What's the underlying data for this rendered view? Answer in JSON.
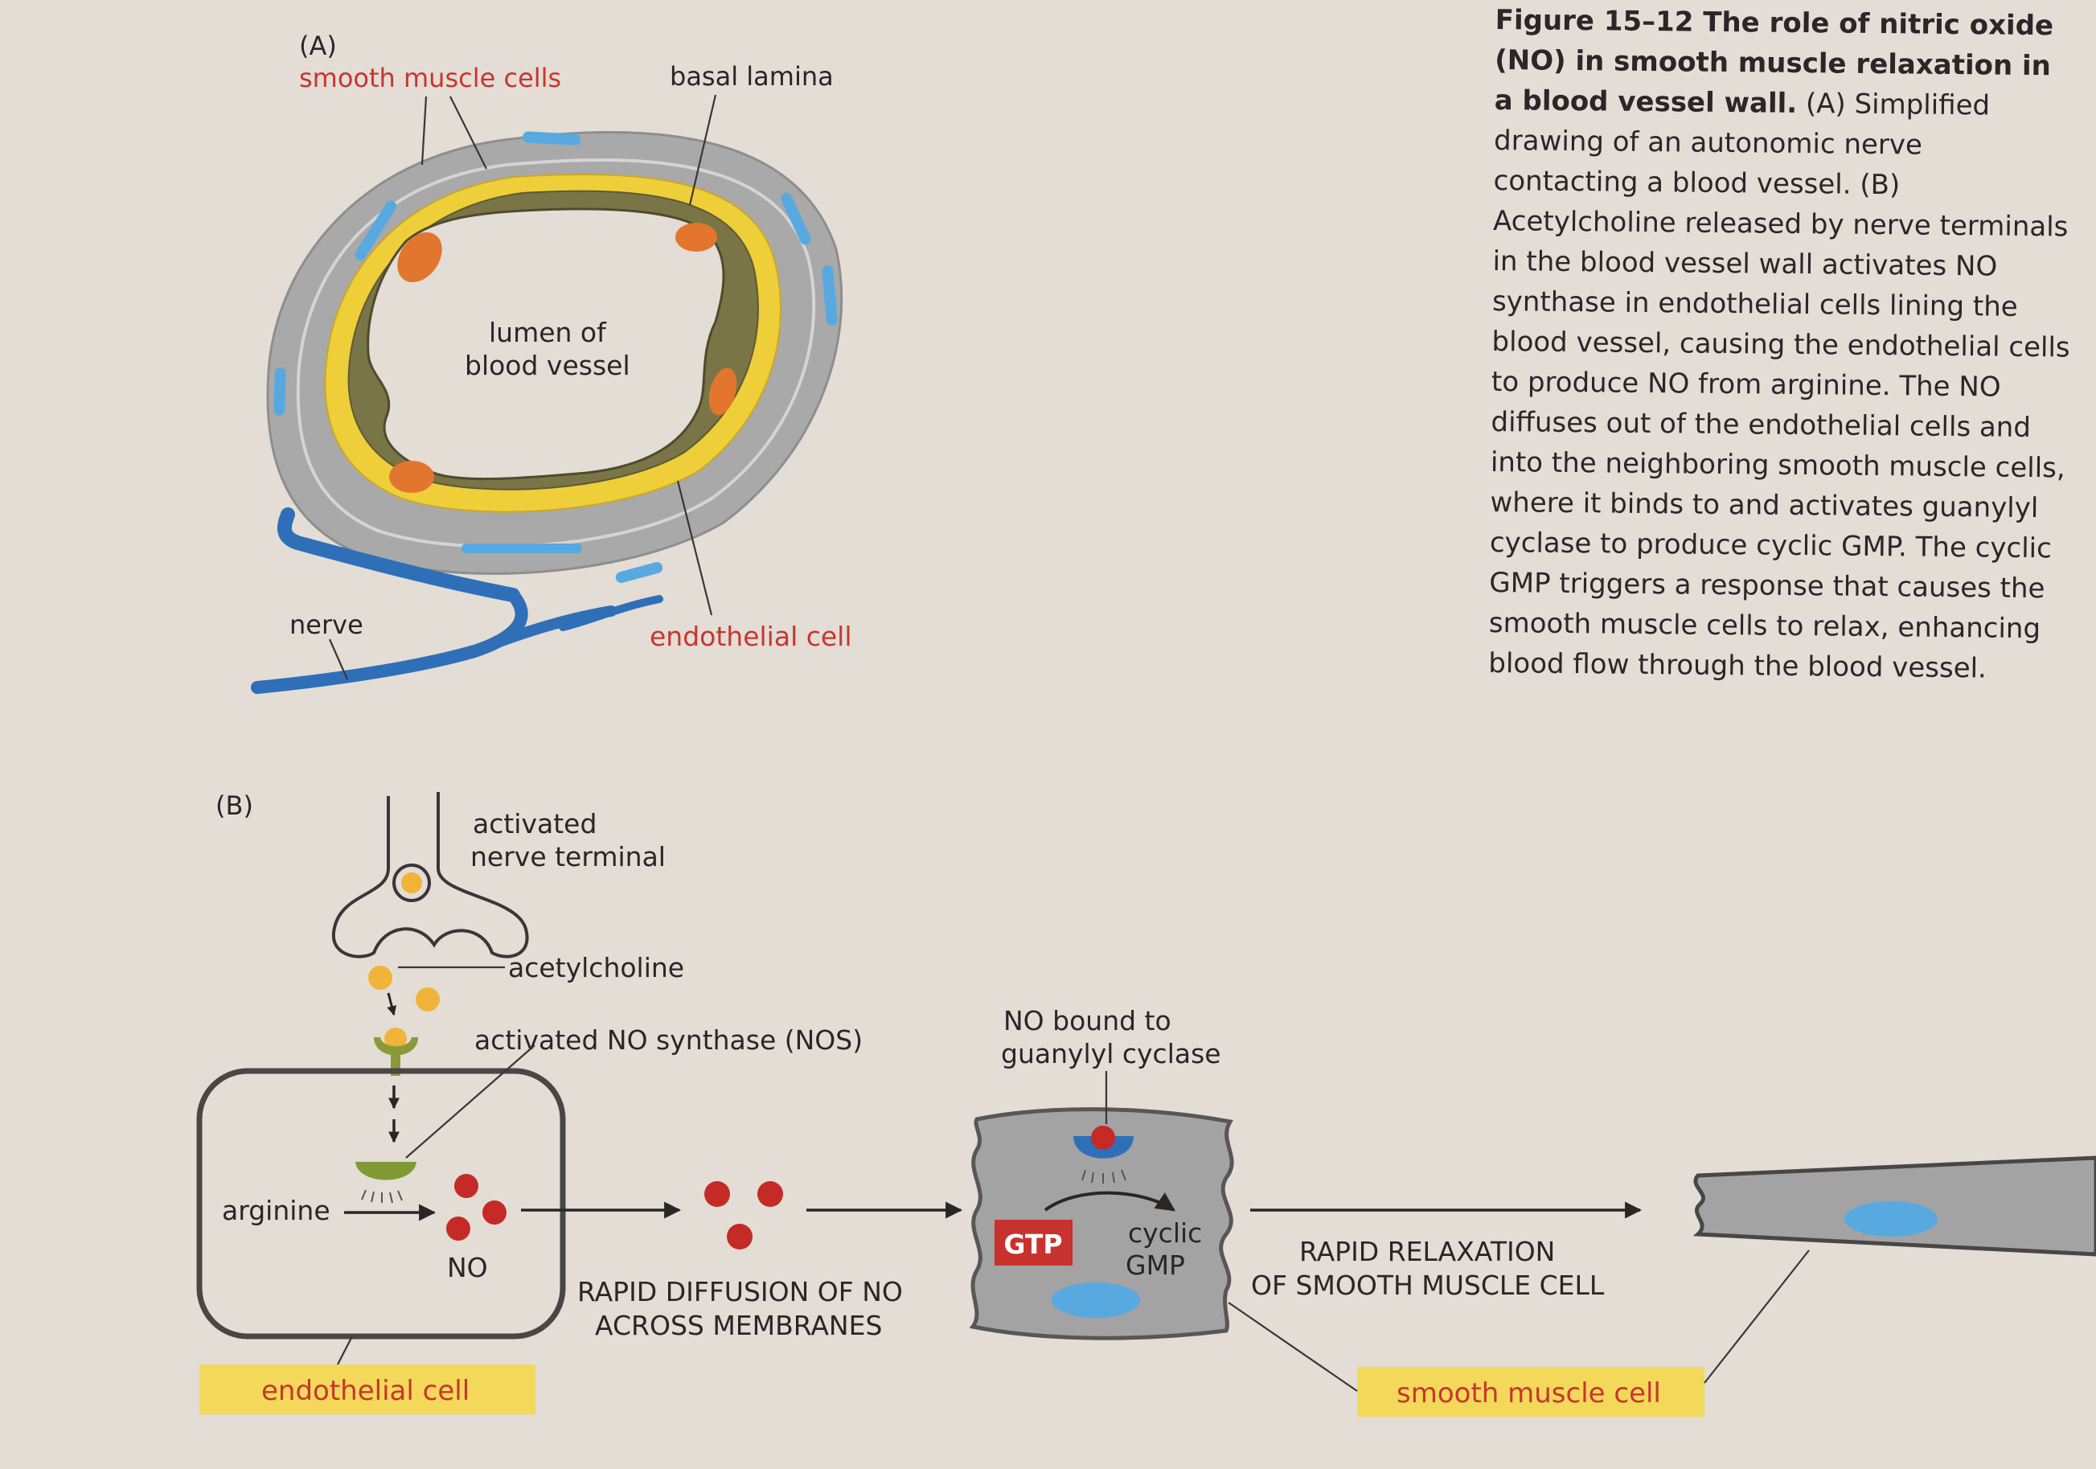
{
  "figure": {
    "caption_title": "Figure 15–12 The role of nitric oxide (NO) in smooth muscle relaxation in a blood vessel wall.",
    "caption_body": "(A) Simplified drawing of an autonomic nerve contacting a blood vessel. (B) Acetylcholine released by nerve terminals in the blood vessel wall activates NO synthase in endothelial cells lining the blood vessel, causing the endothelial cells to produce NO from arginine. The NO diffuses out of the endothelial cells and into the neighboring smooth muscle cells, where it binds to and activates guanylyl cyclase to produce cyclic GMP. The cyclic GMP triggers a response that causes the smooth muscle cells to relax, enhancing blood flow through the blood vessel."
  },
  "panel_a": {
    "label": "(A)",
    "smooth_muscle_cells": "smooth muscle cells",
    "basal_lamina": "basal lamina",
    "lumen_line1": "lumen of",
    "lumen_line2": "blood vessel",
    "nerve": "nerve",
    "endothelial_cell": "endothelial cell"
  },
  "panel_b": {
    "label": "(B)",
    "nerve_terminal_line1": "activated",
    "nerve_terminal_line2": "nerve terminal",
    "acetylcholine": "acetylcholine",
    "nos": "activated NO synthase (NOS)",
    "arginine": "arginine",
    "no": "NO",
    "diffusion_line1": "RAPID DIFFUSION OF NO",
    "diffusion_line2": "ACROSS MEMBRANES",
    "no_bound_line1": "NO bound to",
    "no_bound_line2": "guanylyl cyclase",
    "gtp": "GTP",
    "cgmp_line1": "cyclic",
    "cgmp_line2": "GMP",
    "relax_line1": "RAPID RELAXATION",
    "relax_line2": "OF SMOOTH MUSCLE CELL",
    "endothelial_tag": "endothelial cell",
    "smooth_muscle_tag": "smooth muscle cell"
  },
  "colors": {
    "background": "#e3ddd5",
    "label_red": "#c8362f",
    "muscle_gray": "#a3a3a3",
    "endothelium_olive": "#7a7546",
    "basal_lamina_yellow": "#eecf3a",
    "nerve_blue": "#2f6fb8",
    "nucleus_blue": "#58a9e0",
    "nucleus_orange": "#e2762f",
    "no_red": "#c42a26",
    "acetylcholine_orange": "#f0b43a",
    "tag_yellow": "#f3d85a",
    "gtp_red": "#c8322e"
  }
}
